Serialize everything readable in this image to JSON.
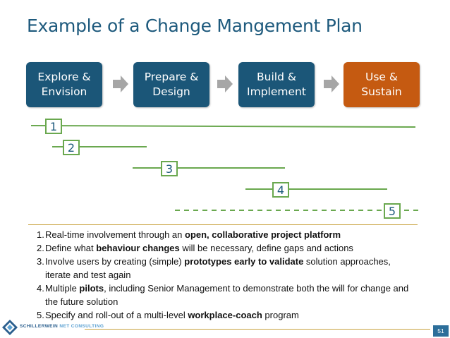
{
  "title": "Example of a Change Mangement Plan",
  "phases": [
    {
      "label": "Explore &\nEnvision",
      "color": "#1b5678"
    },
    {
      "label": "Prepare &\nDesign",
      "color": "#1b5678"
    },
    {
      "label": "Build &\nImplement",
      "color": "#1b5678"
    },
    {
      "label": "Use &\nSustain",
      "color": "#c55a11"
    }
  ],
  "arrow_icon": "chevron-right-arrow",
  "track_color": "#6aa84f",
  "tracks": [
    {
      "id": "1",
      "style": "solid"
    },
    {
      "id": "2",
      "style": "solid"
    },
    {
      "id": "3",
      "style": "solid"
    },
    {
      "id": "4",
      "style": "solid"
    },
    {
      "id": "5",
      "style": "dashed"
    }
  ],
  "items": [
    {
      "num": "1.",
      "parts": [
        "Real-time involvement through an ",
        "open, collaborative project platform",
        ""
      ]
    },
    {
      "num": "2.",
      "parts": [
        "Define what ",
        "behaviour changes",
        " will be necessary, define gaps and actions"
      ]
    },
    {
      "num": "3.",
      "parts": [
        "Involve users by creating (simple) ",
        "prototypes early to validate",
        " solution approaches, iterate and test again"
      ]
    },
    {
      "num": "4.",
      "parts": [
        "Multiple ",
        "pilots",
        ", including Senior Management to demonstrate both the will for change and the future solution"
      ]
    },
    {
      "num": "5.",
      "parts": [
        "Specify and roll-out of a multi-level ",
        "workplace-coach",
        " program"
      ]
    }
  ],
  "logo": {
    "text_main": "SCHILLERWEIN",
    "text_accent": "NET CONSULTING"
  },
  "page_number": "51"
}
